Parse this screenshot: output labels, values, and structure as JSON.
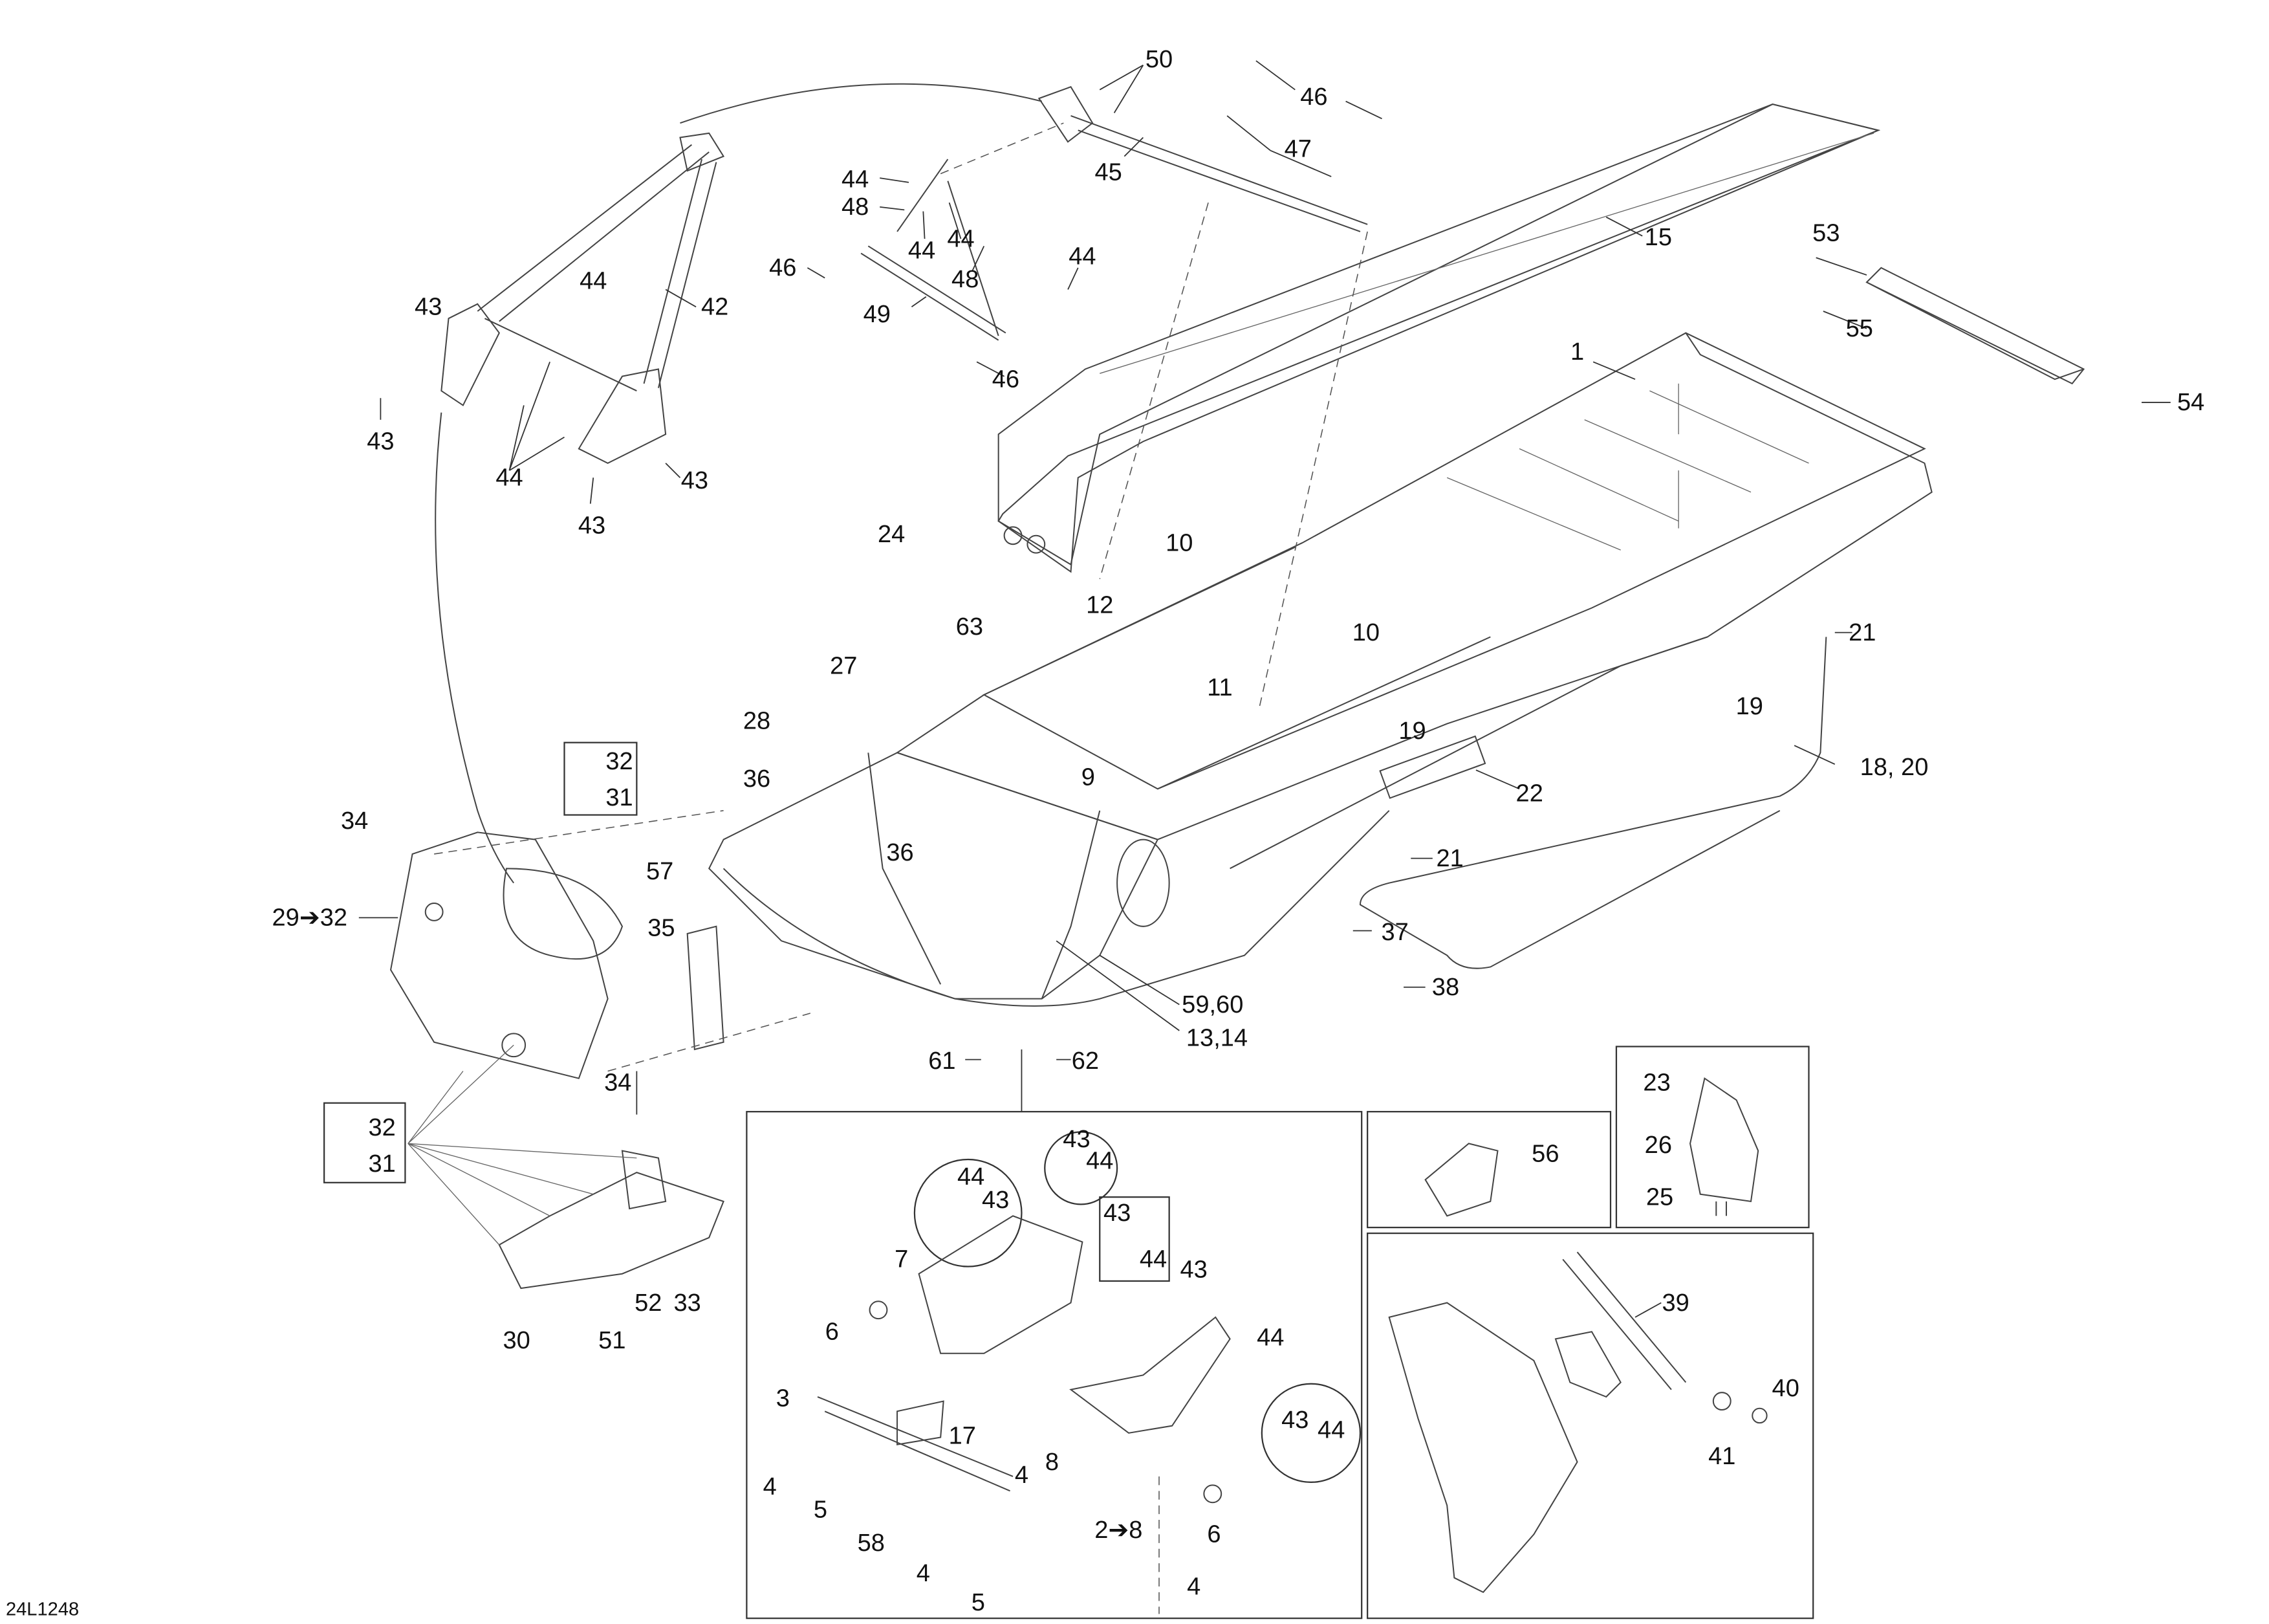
{
  "figure_code": "24L1248",
  "subject": "Frame assembly exploded parts view",
  "callouts": [
    {
      "id": "c50",
      "text": "50"
    },
    {
      "id": "c46a",
      "text": "46"
    },
    {
      "id": "c47",
      "text": "47"
    },
    {
      "id": "c45",
      "text": "45"
    },
    {
      "id": "c44a",
      "text": "44"
    },
    {
      "id": "c48a",
      "text": "48"
    },
    {
      "id": "c44b",
      "text": "44"
    },
    {
      "id": "c44c",
      "text": "44"
    },
    {
      "id": "c46b",
      "text": "46"
    },
    {
      "id": "c48b",
      "text": "48"
    },
    {
      "id": "c44d",
      "text": "44"
    },
    {
      "id": "c49",
      "text": "49"
    },
    {
      "id": "c46c",
      "text": "46"
    },
    {
      "id": "c15",
      "text": "15"
    },
    {
      "id": "c53",
      "text": "53"
    },
    {
      "id": "c55",
      "text": "55"
    },
    {
      "id": "c1",
      "text": "1"
    },
    {
      "id": "c54",
      "text": "54"
    },
    {
      "id": "c42",
      "text": "42"
    },
    {
      "id": "c43a",
      "text": "43"
    },
    {
      "id": "c44e",
      "text": "44"
    },
    {
      "id": "c43b",
      "text": "43"
    },
    {
      "id": "c44f",
      "text": "44"
    },
    {
      "id": "c43c",
      "text": "43"
    },
    {
      "id": "c43d",
      "text": "43"
    },
    {
      "id": "c24",
      "text": "24"
    },
    {
      "id": "c10a",
      "text": "10"
    },
    {
      "id": "c12",
      "text": "12"
    },
    {
      "id": "c63",
      "text": "63"
    },
    {
      "id": "c10b",
      "text": "10"
    },
    {
      "id": "c21a",
      "text": "21"
    },
    {
      "id": "c27",
      "text": "27"
    },
    {
      "id": "c11",
      "text": "11"
    },
    {
      "id": "c28",
      "text": "28"
    },
    {
      "id": "c19a",
      "text": "19"
    },
    {
      "id": "c19b",
      "text": "19"
    },
    {
      "id": "c18_20",
      "text": "18, 20"
    },
    {
      "id": "c22",
      "text": "22"
    },
    {
      "id": "c9",
      "text": "9"
    },
    {
      "id": "c32a",
      "text": "32"
    },
    {
      "id": "c31a",
      "text": "31"
    },
    {
      "id": "c36a",
      "text": "36"
    },
    {
      "id": "c34a",
      "text": "34"
    },
    {
      "id": "c21b",
      "text": "21"
    },
    {
      "id": "c57",
      "text": "57"
    },
    {
      "id": "c36b",
      "text": "36"
    },
    {
      "id": "c29_32",
      "text": "29➔32"
    },
    {
      "id": "c35",
      "text": "35"
    },
    {
      "id": "c37",
      "text": "37"
    },
    {
      "id": "c38",
      "text": "38"
    },
    {
      "id": "c59_60",
      "text": "59,60"
    },
    {
      "id": "c13_14",
      "text": "13,14"
    },
    {
      "id": "c61",
      "text": "61"
    },
    {
      "id": "c62",
      "text": "62"
    },
    {
      "id": "c34b",
      "text": "34"
    },
    {
      "id": "c32b",
      "text": "32"
    },
    {
      "id": "c31b",
      "text": "31"
    },
    {
      "id": "c30",
      "text": "30"
    },
    {
      "id": "c51",
      "text": "51"
    },
    {
      "id": "c52",
      "text": "52"
    },
    {
      "id": "c33",
      "text": "33"
    },
    {
      "id": "i43a",
      "text": "43"
    },
    {
      "id": "i44a",
      "text": "44"
    },
    {
      "id": "i44b",
      "text": "44"
    },
    {
      "id": "i43b",
      "text": "43"
    },
    {
      "id": "i43c",
      "text": "43"
    },
    {
      "id": "i44c",
      "text": "44"
    },
    {
      "id": "i7",
      "text": "7"
    },
    {
      "id": "i43d",
      "text": "43"
    },
    {
      "id": "i6a",
      "text": "6"
    },
    {
      "id": "i44d",
      "text": "44"
    },
    {
      "id": "i3",
      "text": "3"
    },
    {
      "id": "i17",
      "text": "17"
    },
    {
      "id": "i43e",
      "text": "43"
    },
    {
      "id": "i44e",
      "text": "44"
    },
    {
      "id": "i4a",
      "text": "4"
    },
    {
      "id": "i4b",
      "text": "4"
    },
    {
      "id": "i8",
      "text": "8"
    },
    {
      "id": "i5a",
      "text": "5"
    },
    {
      "id": "i2_8",
      "text": "2➔8"
    },
    {
      "id": "i6b",
      "text": "6"
    },
    {
      "id": "i58",
      "text": "58"
    },
    {
      "id": "i4c",
      "text": "4"
    },
    {
      "id": "i4d",
      "text": "4"
    },
    {
      "id": "i5b",
      "text": "5"
    },
    {
      "id": "c56",
      "text": "56"
    },
    {
      "id": "c23",
      "text": "23"
    },
    {
      "id": "c26",
      "text": "26"
    },
    {
      "id": "c25",
      "text": "25"
    },
    {
      "id": "c39",
      "text": "39"
    },
    {
      "id": "c40",
      "text": "40"
    },
    {
      "id": "c41",
      "text": "41"
    }
  ]
}
